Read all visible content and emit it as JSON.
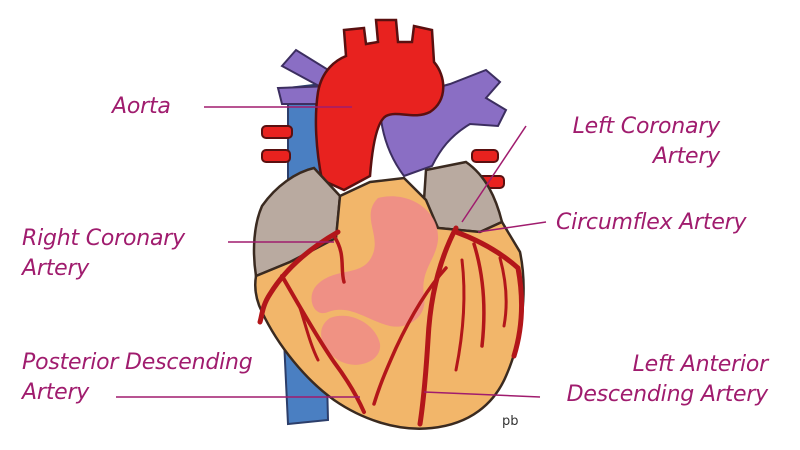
{
  "labels": {
    "aorta": "Aorta",
    "left_coronary_artery": [
      "Left Coronary",
      "Artery"
    ],
    "right_coronary_artery": [
      "Right Coronary",
      "Artery"
    ],
    "circumflex_artery": "Circumflex Artery",
    "posterior_descending_artery": [
      "Posterior Descending",
      "Artery"
    ],
    "left_anterior_descending_artery": [
      "Left Anterior",
      "Descending Artery"
    ]
  },
  "signature": "pb",
  "colors": {
    "label_text": "#a01c6e",
    "leader_line": "#a01c6e",
    "aorta": "#e8221f",
    "pulmonary_vessels": "#8a6ec4",
    "vena_cava": "#4a7fc2",
    "atria": "#b9aaa0",
    "ventricle": "#f2b66a",
    "coronary_arteries": "#b3161a",
    "ischemic_area": "#ef8a8a",
    "outline": "#3a2a20"
  }
}
